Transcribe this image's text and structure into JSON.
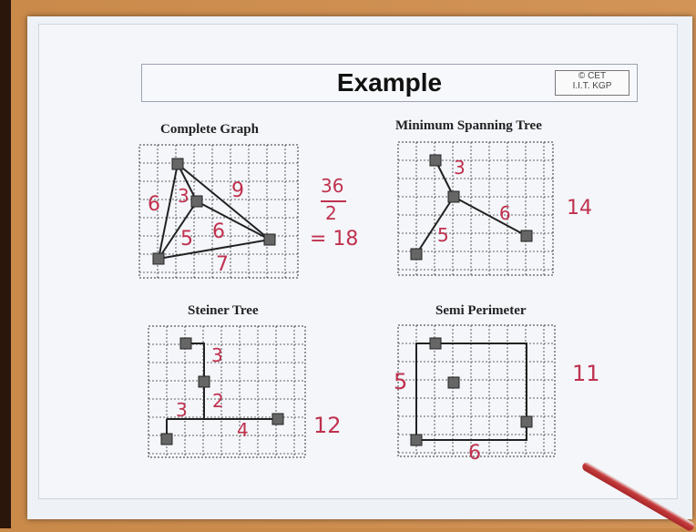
{
  "title": "Example",
  "logo": {
    "line1": "© CET",
    "line2": "I.I.T. KGP"
  },
  "panels": {
    "complete_graph": {
      "title": "Complete Graph",
      "edge_labels": [
        "6",
        "3",
        "9",
        "5",
        "6",
        "7"
      ],
      "side_note": {
        "numerator": "36",
        "denominator": "2",
        "result": "= 18"
      }
    },
    "mst": {
      "title": "Minimum Spanning Tree",
      "edge_labels": [
        "3",
        "5",
        "6"
      ],
      "side_note": "14"
    },
    "steiner": {
      "title": "Steiner Tree",
      "edge_labels": [
        "3",
        "3",
        "2",
        "4"
      ],
      "side_note": "12"
    },
    "semi_perimeter": {
      "title": "Semi Perimeter",
      "edge_labels": [
        "5",
        "6"
      ],
      "side_note": "11"
    }
  }
}
